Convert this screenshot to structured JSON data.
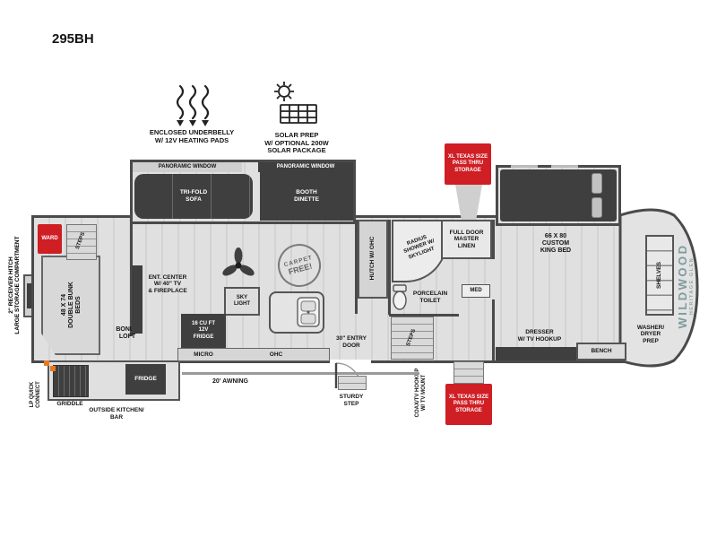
{
  "model": "295BH",
  "features": {
    "underbelly": "ENCLOSED UNDERBELLY\nW/ 12V HEATING PADS",
    "solar": "SOLAR PREP\nW/ OPTIONAL 200W\nSOLAR PACKAGE"
  },
  "exterior": {
    "receiver_hitch": "2\" RECEIVER HITCH",
    "storage_compartment": "LARGE STORAGE COMPARTMENT",
    "lp_quick_connect": "LP QUICK\nCONNECT",
    "griddle": "GRIDDLE",
    "outside_kitchen": "OUTSIDE KITCHEN/\nBAR",
    "outside_fridge": "FRIDGE",
    "awning": "20' AWNING",
    "entry_door": "30\" ENTRY\nDOOR",
    "sturdy_step": "STURDY\nSTEP",
    "coax": "COAX/TV HOOKUP\nW/ TV MOUNT",
    "pass_thru_top": "XL TEXAS SIZE\nPASS THRU\nSTORAGE",
    "pass_thru_bottom": "XL TEXAS SIZE\nPASS THRU\nSTORAGE"
  },
  "bunk_room": {
    "ward": "WARD",
    "steps": "STEPS",
    "bunks": "48 X 74\nDOUBLE BUNK\nBEDS",
    "bonus_loft": "BONUS\nLOFT"
  },
  "living": {
    "panoramic_left": "PANORAMIC WINDOW",
    "panoramic_right": "PANORAMIC WINDOW",
    "sofa": "TRI-FOLD\nSOFA",
    "dinette": "BOOTH\nDINETTE",
    "ent_center": "ENT. CENTER\nW/ 40\" TV\n& FIREPLACE",
    "carpet_stamp_line1": "CARPET",
    "carpet_stamp_line2": "FREE!"
  },
  "kitchen": {
    "skylight": "SKY\nLIGHT",
    "fridge": "16 CU FT\n12V\nFRIDGE",
    "micro": "MICRO",
    "ohc": "OHC",
    "hutch": "HUTCH W/ OHC"
  },
  "bath": {
    "shower": "RADIUS\nSHOWER W/\nSKYLIGHT",
    "toilet": "PORCELAIN\nTOILET",
    "steps": "STEPS",
    "linen": "FULL DOOR\nMASTER\nLINEN",
    "med": "MED"
  },
  "bedroom": {
    "king_bed": "66 X 80\nCUSTOM\nKING BED",
    "dresser": "DRESSER\nW/ TV HOOKUP",
    "bench": "BENCH"
  },
  "front_closet": {
    "shelves": "SHELVES",
    "washer_dryer": "WASHER/\nDRYER\nPREP"
  },
  "brand": {
    "name": "WILDWOOD",
    "sub": "HERITAGE GLEN"
  },
  "colors": {
    "callout_red": "#cf1e24",
    "wall": "#4a4a4a",
    "furniture": "#3f3f3f",
    "floor": "#dcdcdc",
    "brand_teal": "#7d9b9d"
  }
}
